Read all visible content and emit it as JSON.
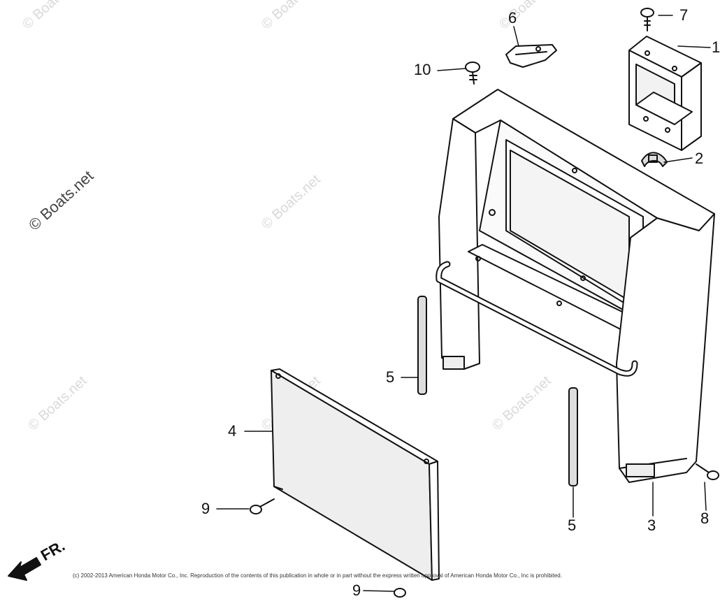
{
  "watermark": "© Boats.net",
  "front_label": "FR.",
  "copyright": "(c) 2002-2013 American Honda Motor Co., Inc. Reproduction of the contents of this publication in whole or in part without the express written approval of American Honda Motor Co., Inc is prohibited.",
  "callouts": {
    "c1": "1",
    "c2": "2",
    "c3": "3",
    "c4": "4",
    "c5a": "5",
    "c5b": "5",
    "c6": "6",
    "c7": "7",
    "c8": "8",
    "c9a": "9",
    "c9b": "9",
    "c10": "10"
  }
}
